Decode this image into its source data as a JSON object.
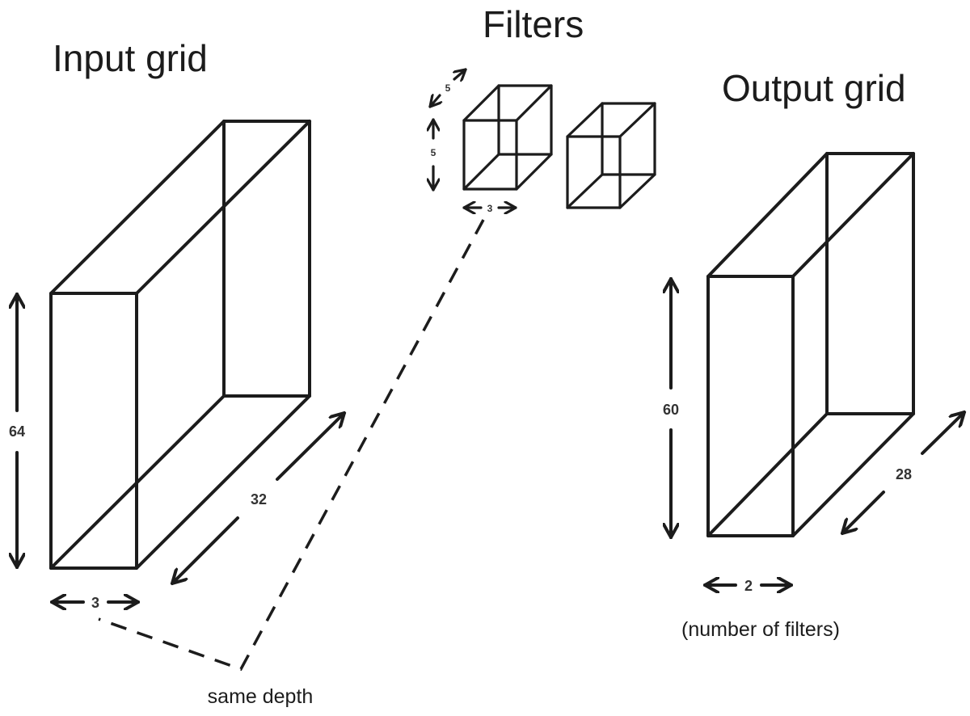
{
  "titles": {
    "input": "Input grid",
    "filters": "Filters",
    "output": "Output grid"
  },
  "input_grid": {
    "height": "64",
    "width": "32",
    "depth": "3"
  },
  "filter": {
    "height": "5",
    "width": "5",
    "depth": "3",
    "count": 2
  },
  "output_grid": {
    "height": "60",
    "width": "28",
    "depth": "2",
    "depth_note": "(number of filters)"
  },
  "annotations": {
    "same_depth": "same depth"
  },
  "colors": {
    "stroke": "#1c1c1c",
    "label": "#333333",
    "background": "#ffffff"
  }
}
